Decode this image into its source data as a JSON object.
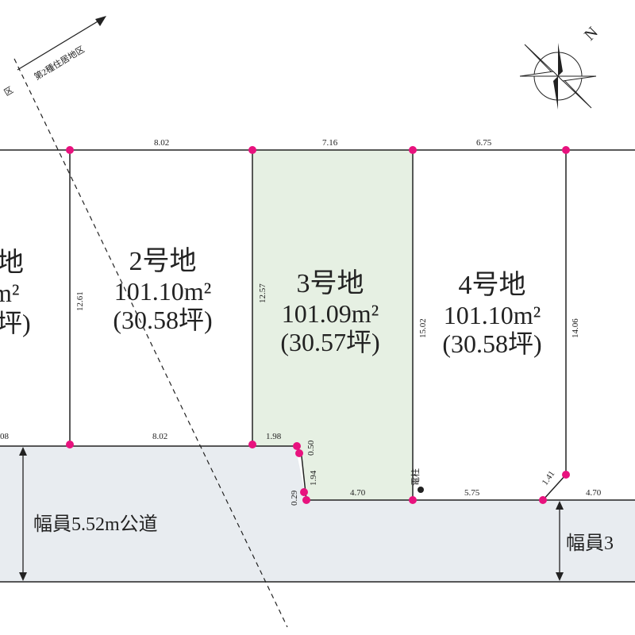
{
  "zone_label": "第2種住居地区",
  "zone_label_edge": "区",
  "north_label": "N",
  "colors": {
    "highlight_lot": "#e6f0e3",
    "road": "#e8ecf0",
    "vertex": "#e8127e",
    "line": "#222222"
  },
  "lots": [
    {
      "name": "地",
      "area": "m²",
      "area_tsubo": "坪)"
    },
    {
      "name": "2号地",
      "area": "101.10m²",
      "area_tsubo": "(30.58坪)"
    },
    {
      "name": "3号地",
      "area": "101.09m²",
      "area_tsubo": "(30.57坪)"
    },
    {
      "name": "4号地",
      "area": "101.10m²",
      "area_tsubo": "(30.58坪)"
    }
  ],
  "dimensions": {
    "top_2": "8.02",
    "top_3": "7.16",
    "top_4": "6.75",
    "left_2": "12.61",
    "left_3": "12.57",
    "right_3": "15.02",
    "right_4": "14.06",
    "bottom_2": "8.02",
    "bottom_left_edge": "08",
    "bottom_3a": "1.98",
    "v_050": "0.50",
    "v_194": "1.94",
    "v_029": "0.29",
    "bottom_3b": "4.70",
    "bottom_4": "5.75",
    "corner_4": "1.41",
    "right_road": "4.70"
  },
  "utility_pole_label": "電柱",
  "roads": [
    {
      "label": "幅員5.52m公道"
    },
    {
      "label": "幅員3"
    }
  ]
}
